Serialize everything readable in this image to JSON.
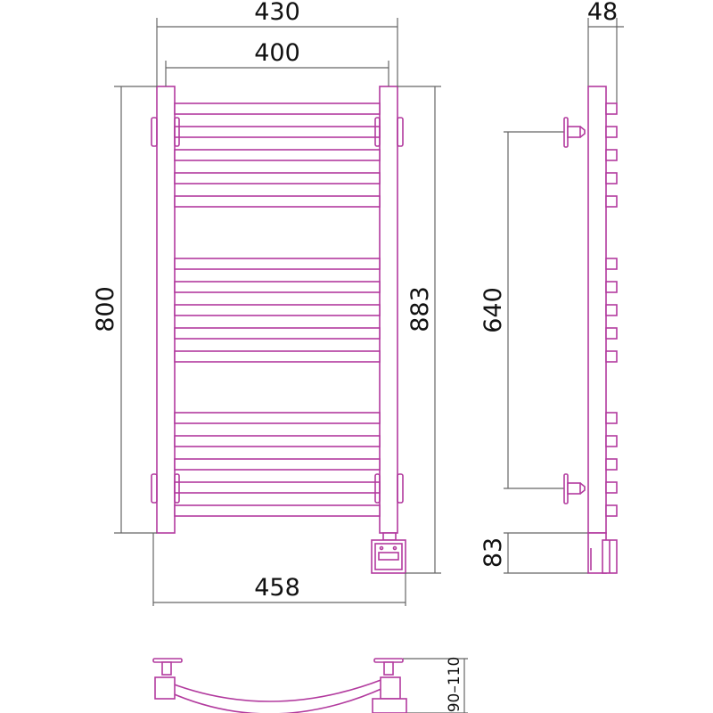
{
  "dimensions": {
    "width_overall": "430",
    "width_axis": "400",
    "height": "800",
    "height_total": "883",
    "width_with_heater": "458",
    "depth": "48",
    "mount_spacing": "640",
    "heater_height": "83",
    "wall_distance": "90–110"
  },
  "colors": {
    "drawing": "#b23a9e",
    "dimension": "#666666"
  },
  "bar_groups": [
    5,
    5,
    5
  ]
}
